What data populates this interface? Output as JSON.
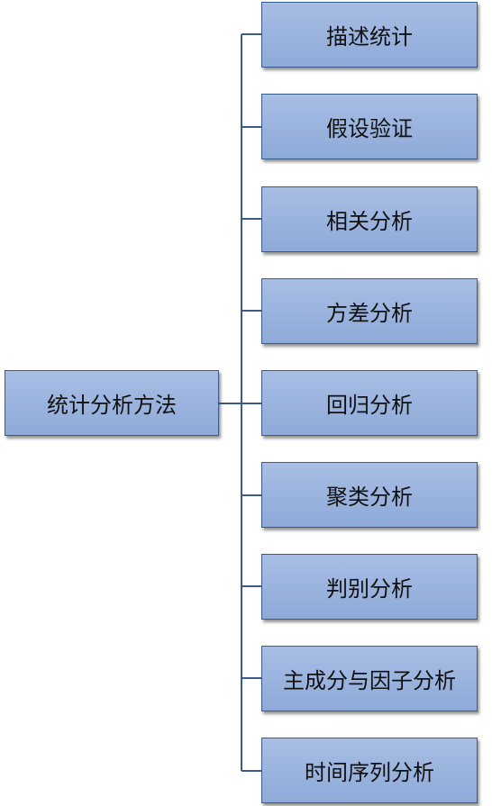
{
  "diagram": {
    "root": {
      "label": "统计分析方法"
    },
    "children": [
      {
        "label": "描述统计"
      },
      {
        "label": "假设验证"
      },
      {
        "label": "相关分析"
      },
      {
        "label": "方差分析"
      },
      {
        "label": "回归分析"
      },
      {
        "label": "聚类分析"
      },
      {
        "label": "判别分析"
      },
      {
        "label": "主成分与因子分析"
      },
      {
        "label": "时间序列分析"
      }
    ],
    "colors": {
      "box_fill_top": "#a8bee4",
      "box_fill_bottom": "#8eaad8",
      "box_border": "#3a5c8c",
      "connector": "#3a5c8c",
      "text": "#111111"
    }
  }
}
